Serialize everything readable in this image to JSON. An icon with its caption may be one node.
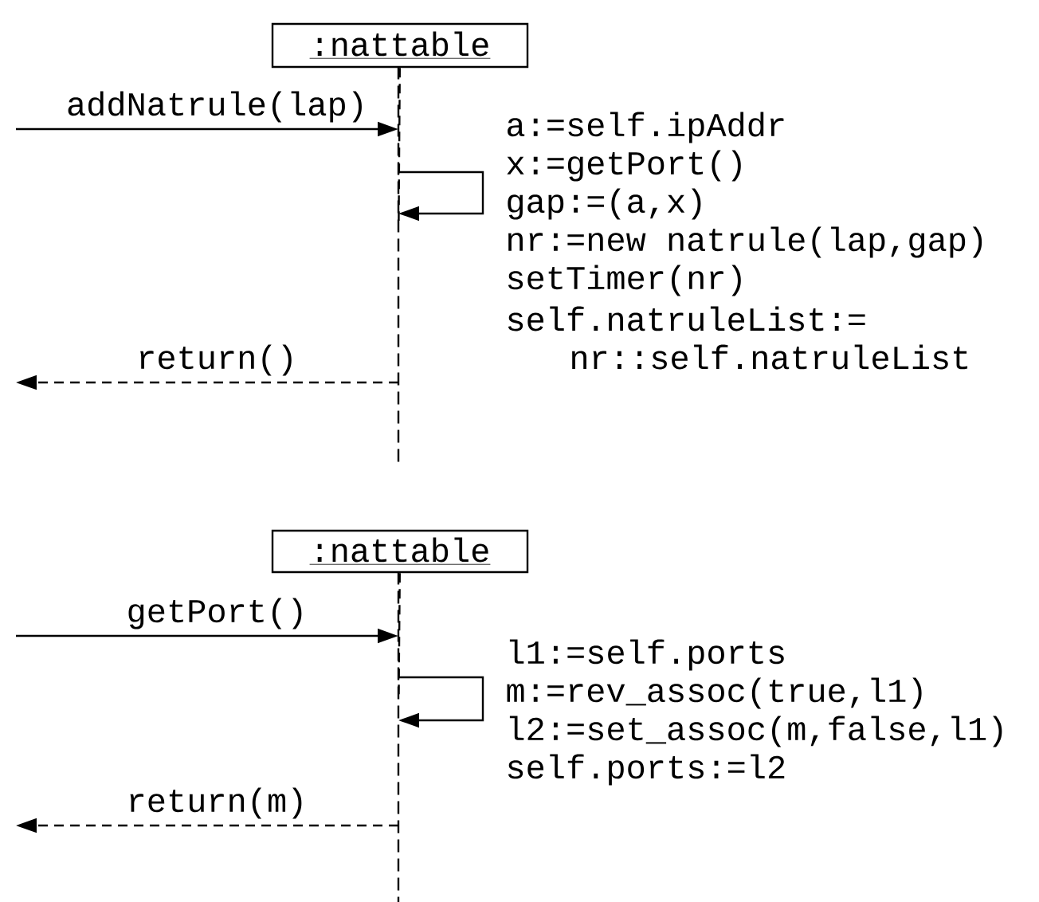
{
  "diagram": {
    "nodes": [
      {
        "text": [
          ":nattable"
        ]
      },
      {
        "text": [],
        "shape": "line"
      },
      {
        "text": [
          ":nattable"
        ]
      },
      {
        "text": [],
        "shape": "line"
      }
    ],
    "edges": [
      {
        "from": 0,
        "to": 1,
        "arrow": "none",
        "style": "dashed"
      },
      {
        "from": null,
        "to": 1,
        "arrow": "to",
        "label": "addNatrule(lap)"
      },
      {
        "from": 1,
        "to": 1,
        "arrow": "to"
      },
      {
        "from": 1,
        "to": null,
        "arrow": "to",
        "style": "dashed",
        "label": "return()"
      },
      {
        "from": 2,
        "to": 3,
        "arrow": "none",
        "style": "dashed"
      },
      {
        "from": null,
        "to": 3,
        "arrow": "to",
        "label": "getPort()"
      },
      {
        "from": 3,
        "to": 3,
        "arrow": "to"
      },
      {
        "from": 3,
        "to": null,
        "arrow": "to",
        "style": "dashed",
        "label": "return(m)"
      }
    ],
    "labels": [
      "a:=self.ipAddr",
      "x:=getPort()",
      "gap:=(a,x)",
      "nr:=new natrule(lap,gap)",
      "setTimer(nr)",
      "self.natruleList:=",
      "nr::self.natruleList",
      "l1:=self.ports",
      "m:=rev_assoc(true,l1)",
      "l2:=set_assoc(m,false,l1)",
      "self.ports:=l2"
    ]
  }
}
